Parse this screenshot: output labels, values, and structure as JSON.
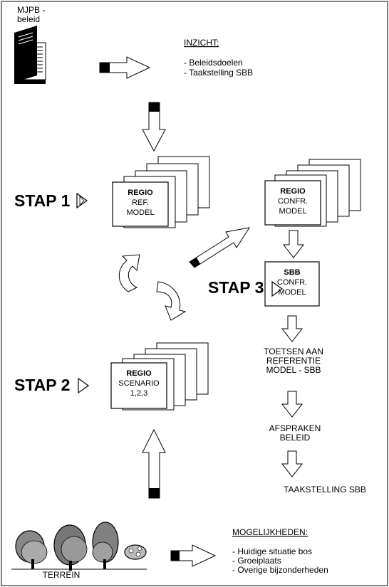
{
  "mjpb": {
    "line1": "MJPB -",
    "line2": "beleid"
  },
  "inzicht": {
    "heading": "INZICHT:",
    "items": [
      "- Beleidsdoelen",
      "- Taakstelling SBB"
    ]
  },
  "steps": {
    "stap1": "STAP 1",
    "stap2": "STAP 2",
    "stap3": "STAP 3"
  },
  "boxes": {
    "ref_model": [
      "REGIO",
      "REF.",
      "MODEL"
    ],
    "confr_model": [
      "REGIO",
      "CONFR.",
      "MODEL"
    ],
    "scenario": [
      "REGIO",
      "SCENARIO",
      "1,2,3"
    ],
    "sbb_confr": [
      "SBB",
      "CONFR.",
      "MODEL"
    ]
  },
  "right_column": {
    "toetsen": [
      "TOETSEN AAN",
      "REFERENTIE",
      "MODEL - SBB"
    ],
    "afspraken": [
      "AFSPRAKEN",
      "BELEID"
    ],
    "taakstelling": "TAAKSTELLING SBB"
  },
  "terrein": {
    "label": "TERREIN"
  },
  "mogelijkheden": {
    "heading": "MOGELIJKHEDEN:",
    "items": [
      "- Huidige situatie bos",
      "- Groeiplaats",
      "- Overige bijzonderheden"
    ]
  }
}
